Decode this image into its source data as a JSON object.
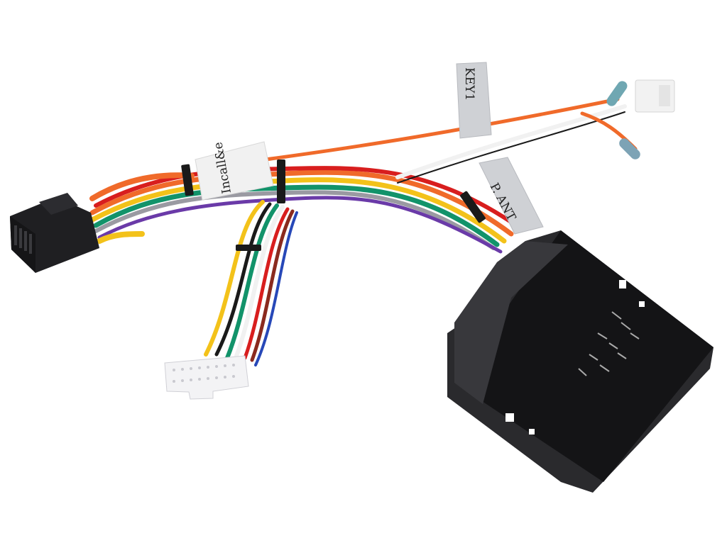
{
  "scene": {
    "subject": "car stereo wiring harness adapter",
    "background": "#ffffff"
  },
  "labels": {
    "key_tag": "KEY1",
    "brand_tag": "Incall&e",
    "antenna_tag": "P. ANT"
  },
  "connectors": [
    {
      "name": "16-pin-black-iso-plug",
      "color": "#1f1f22"
    },
    {
      "name": "white-20-pin-plug",
      "color": "#f3f3f5"
    },
    {
      "name": "white-small-key-plug",
      "color": "#f2f2f2"
    },
    {
      "name": "black-quadlock-connector",
      "color": "#2a2a2d"
    }
  ],
  "colors": {
    "orange": "#f06a2a",
    "yellow": "#f3c21a",
    "green": "#12936a",
    "red": "#d81e1e",
    "white": "#f1f1f1",
    "black": "#1a1a1a",
    "gray": "#9a9aa2",
    "brown": "#8a2a1e",
    "blue": "#2748b8",
    "purple": "#6a3aa8",
    "cyan_cap": "#39b5de"
  }
}
